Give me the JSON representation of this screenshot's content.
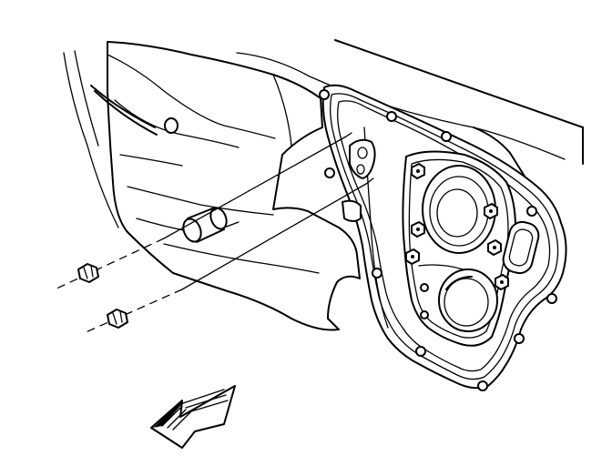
{
  "figure": {
    "kind": "service-manual exploded line illustration",
    "colors": {
      "line": "#000000",
      "background": "#ffffff"
    },
    "components": [
      "vehicle-body-outline",
      "door-outer-shell",
      "door-inner-frame",
      "window-regulator-motor",
      "module-panel",
      "upper-speaker-opening",
      "lower-speaker-opening",
      "rectangular-access-hole",
      "module-fastener-bolts",
      "retaining-nuts",
      "alignment-guide-lines",
      "direction-arrow"
    ]
  }
}
